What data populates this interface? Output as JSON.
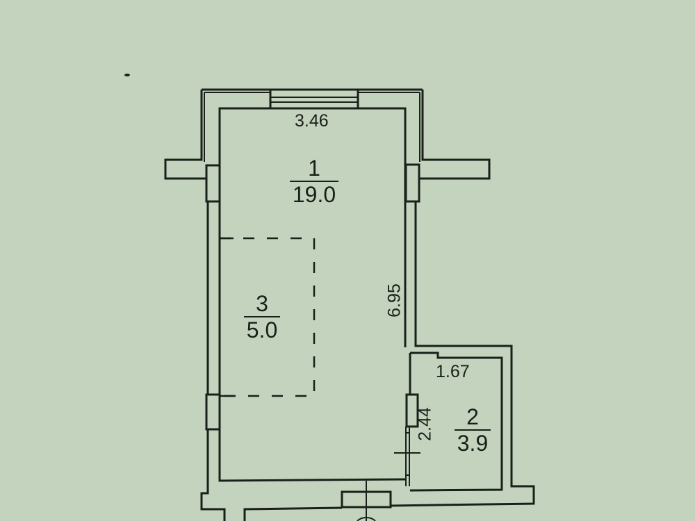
{
  "diagram": {
    "type": "apartment-floor-plan",
    "colors": {
      "background": "#c3d3bd",
      "lines": "#1a1f1a"
    },
    "rooms": [
      {
        "number": "1",
        "area": "19.0"
      },
      {
        "number": "2",
        "area": "3.9"
      },
      {
        "number": "3",
        "area": "5.0"
      }
    ],
    "dimensions": {
      "room1_width": "3.46",
      "room1_length": "6.95",
      "room2_width": "1.67",
      "room2_length": "2.44"
    }
  }
}
